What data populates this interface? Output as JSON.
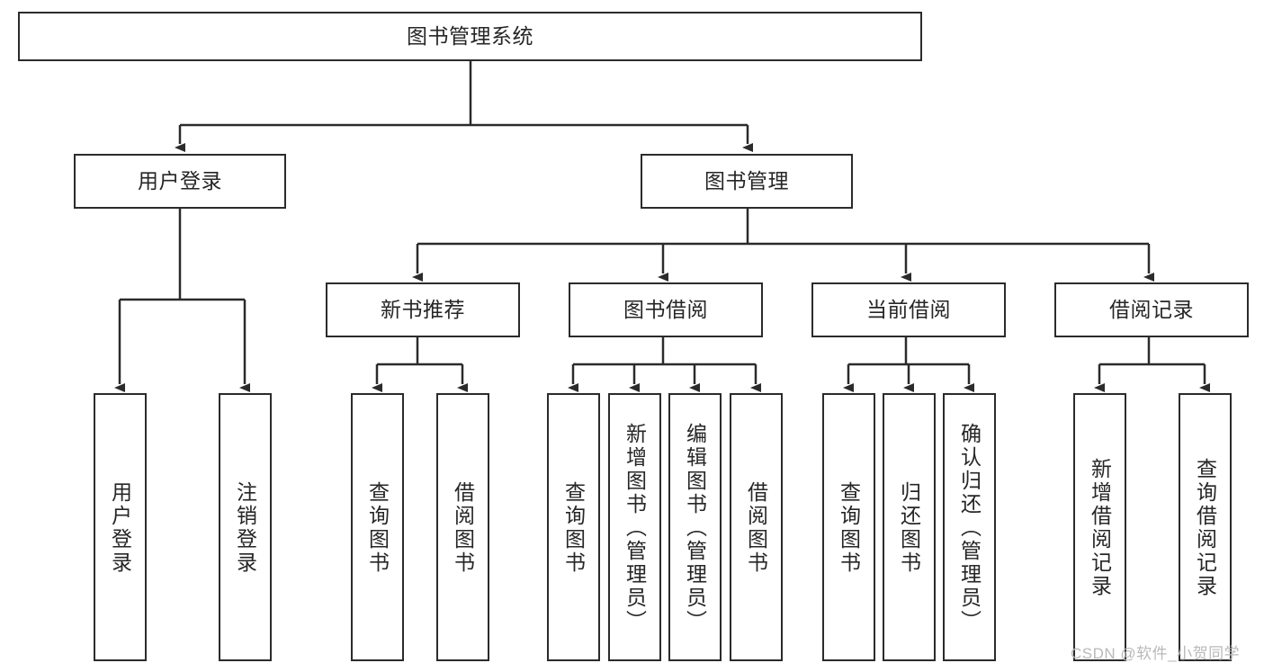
{
  "diagram": {
    "title": "图书管理系统",
    "type": "hierarchy-tree",
    "root": {
      "label": "图书管理系统"
    },
    "level2": [
      {
        "id": "user-login",
        "label": "用户登录"
      },
      {
        "id": "book-management",
        "label": "图书管理"
      }
    ],
    "level3": [
      {
        "id": "new-book-recommend",
        "label": "新书推荐",
        "parent": "book-management"
      },
      {
        "id": "book-borrow",
        "label": "图书借阅",
        "parent": "book-management"
      },
      {
        "id": "current-borrow",
        "label": "当前借阅",
        "parent": "book-management"
      },
      {
        "id": "borrow-record",
        "label": "借阅记录",
        "parent": "book-management"
      }
    ],
    "leaves": {
      "user-login": [
        {
          "id": "leaf-user-login",
          "label": "用户登录"
        },
        {
          "id": "leaf-user-logout",
          "label": "注销登录"
        }
      ],
      "new-book-recommend": [
        {
          "id": "leaf-query-book-1",
          "label": "查询图书"
        },
        {
          "id": "leaf-borrow-book-1",
          "label": "借阅图书"
        }
      ],
      "book-borrow": [
        {
          "id": "leaf-query-book-2",
          "label": "查询图书"
        },
        {
          "id": "leaf-add-book",
          "label": "新增图书（管理员）"
        },
        {
          "id": "leaf-edit-book",
          "label": "编辑图书（管理员）"
        },
        {
          "id": "leaf-borrow-book-2",
          "label": "借阅图书"
        }
      ],
      "current-borrow": [
        {
          "id": "leaf-query-book-3",
          "label": "查询图书"
        },
        {
          "id": "leaf-return-book",
          "label": "归还图书"
        },
        {
          "id": "leaf-confirm-return",
          "label": "确认归还（管理员）"
        }
      ],
      "borrow-record": [
        {
          "id": "leaf-add-record",
          "label": "新增借阅记录"
        },
        {
          "id": "leaf-query-record",
          "label": "查询借阅记录"
        }
      ]
    }
  },
  "watermark": {
    "text": "CSDN @软件_小贺同学"
  },
  "colors": {
    "stroke": "#2b2b2b",
    "text": "#262626",
    "background": "#ffffff",
    "watermark": "#b9b9b9"
  }
}
